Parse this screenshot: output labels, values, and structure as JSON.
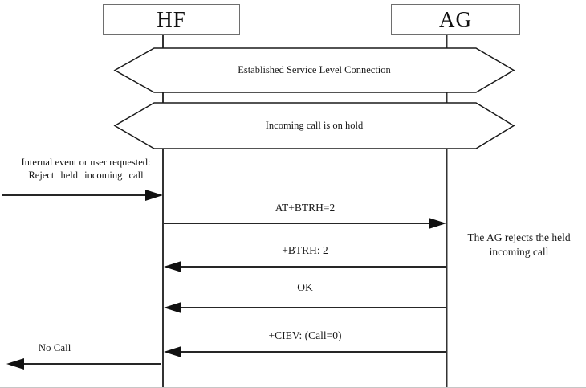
{
  "diagram": {
    "title_hint": "HFP sequence: reject held incoming call",
    "actors": [
      {
        "id": "hf",
        "label": "HF"
      },
      {
        "id": "ag",
        "label": "AG"
      }
    ],
    "banners": [
      {
        "label": "Established Service Level Connection"
      },
      {
        "label": "Incoming call is on hold"
      }
    ],
    "messages": [
      {
        "label": "AT+BTRH=2",
        "from": "HF",
        "to": "AG",
        "direction": "right"
      },
      {
        "label": "+BTRH: 2",
        "from": "AG",
        "to": "HF",
        "direction": "left"
      },
      {
        "label": "OK",
        "from": "AG",
        "to": "HF",
        "direction": "left"
      },
      {
        "label": "+CIEV: (Call=0)",
        "from": "AG",
        "to": "HF",
        "direction": "left"
      }
    ],
    "notes": {
      "left_event_line1": "Internal event or user requested:",
      "left_event_line2": "Reject held incoming call",
      "right_note_line1": "The AG rejects the held",
      "right_note_line2": "incoming call",
      "no_call": "No Call"
    },
    "colors": {
      "line": "#262626",
      "arrow_fill": "#111111",
      "box_border": "#6e6e6e",
      "text": "#1a1a1a",
      "background": "#ffffff"
    }
  }
}
